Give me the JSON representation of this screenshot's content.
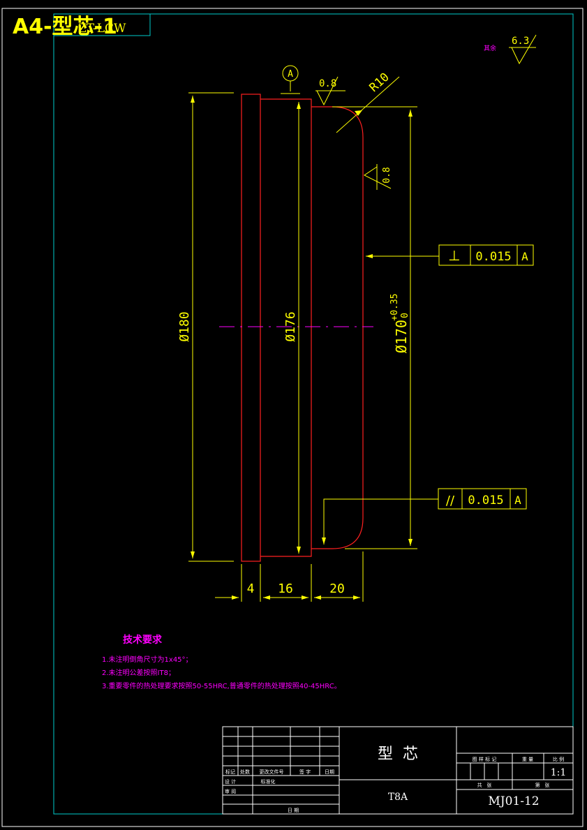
{
  "sheet": {
    "label": "A4-型芯-1",
    "overlay_code": "ZT-LCW"
  },
  "surface_finish": {
    "other_label": "其余",
    "other_value": "6.3",
    "top_value": "0.8",
    "side_value": "0.8"
  },
  "dimensions": {
    "radius": "R10",
    "dia_180": "Ø180",
    "dia_176": "Ø176",
    "dia_170": "Ø170",
    "tol_upper": "+0.35",
    "tol_lower": "0",
    "len_4": "4",
    "len_16": "16",
    "len_20": "20"
  },
  "datum": {
    "letter": "A"
  },
  "tolerance_frames": [
    {
      "symbol": "⊥",
      "value": "0.015",
      "datum": "A"
    },
    {
      "symbol": "//",
      "value": "0.015",
      "datum": "A"
    }
  ],
  "tech_requirements": {
    "title": "技术要求",
    "items": [
      "1.未注明倒角尺寸为1x45°；",
      "2.未注明公差按照IT8；",
      "3.重要零件的热处理要求按照50-55HRC,普通零件的热处理按照40-45HRC。"
    ]
  },
  "title_block": {
    "part_name": "型  芯",
    "material": "T8A",
    "drawing_no": "MJ01-12",
    "scale": "1:1",
    "h_mark": "标记",
    "h_count": "处数",
    "h_file": "更改文件号",
    "h_sign": "签 字",
    "h_date": "日期",
    "h_design": "设 计",
    "h_standard": "标准化",
    "h_review": "审 阅",
    "h_date2": "日 期",
    "h_stage": "图 样 标 记",
    "h_weight": "重 量",
    "h_scale": "比 例",
    "h_total": "共   张",
    "h_sheet": "第   张"
  },
  "colors": {
    "frame": "#00cccc",
    "part": "#ff2020",
    "dim": "#ffff00",
    "note": "#ff00ff",
    "block": "#ffffff"
  }
}
